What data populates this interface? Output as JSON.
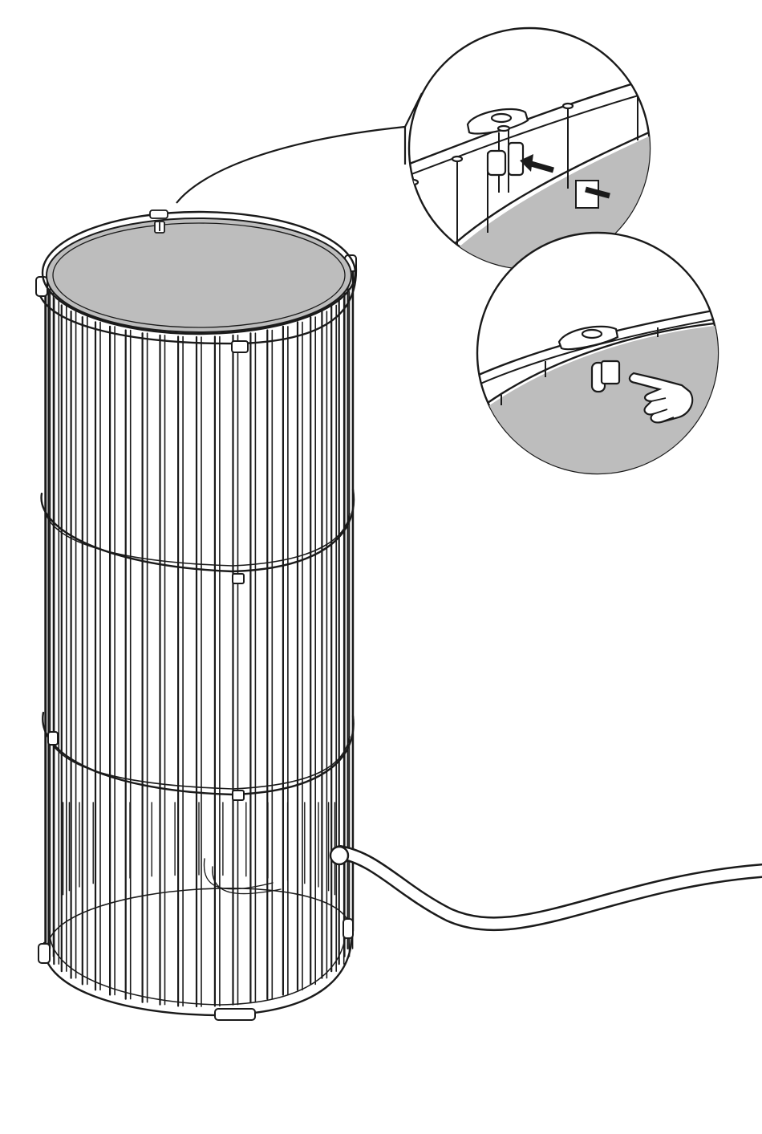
{
  "figure": {
    "colors": {
      "ink": "#1a1a1a",
      "disc_fill": "#bdbdbd",
      "background": "#ffffff"
    },
    "objects": [
      "cylindrical-cage-lamp-frame",
      "top-shade-disc",
      "power-cord",
      "clip"
    ],
    "detail_callouts": [
      "insert-clip-into-slot-detail",
      "press-clip-detail"
    ],
    "icons": [
      "arrow-icon",
      "pointing-hand-icon"
    ]
  }
}
